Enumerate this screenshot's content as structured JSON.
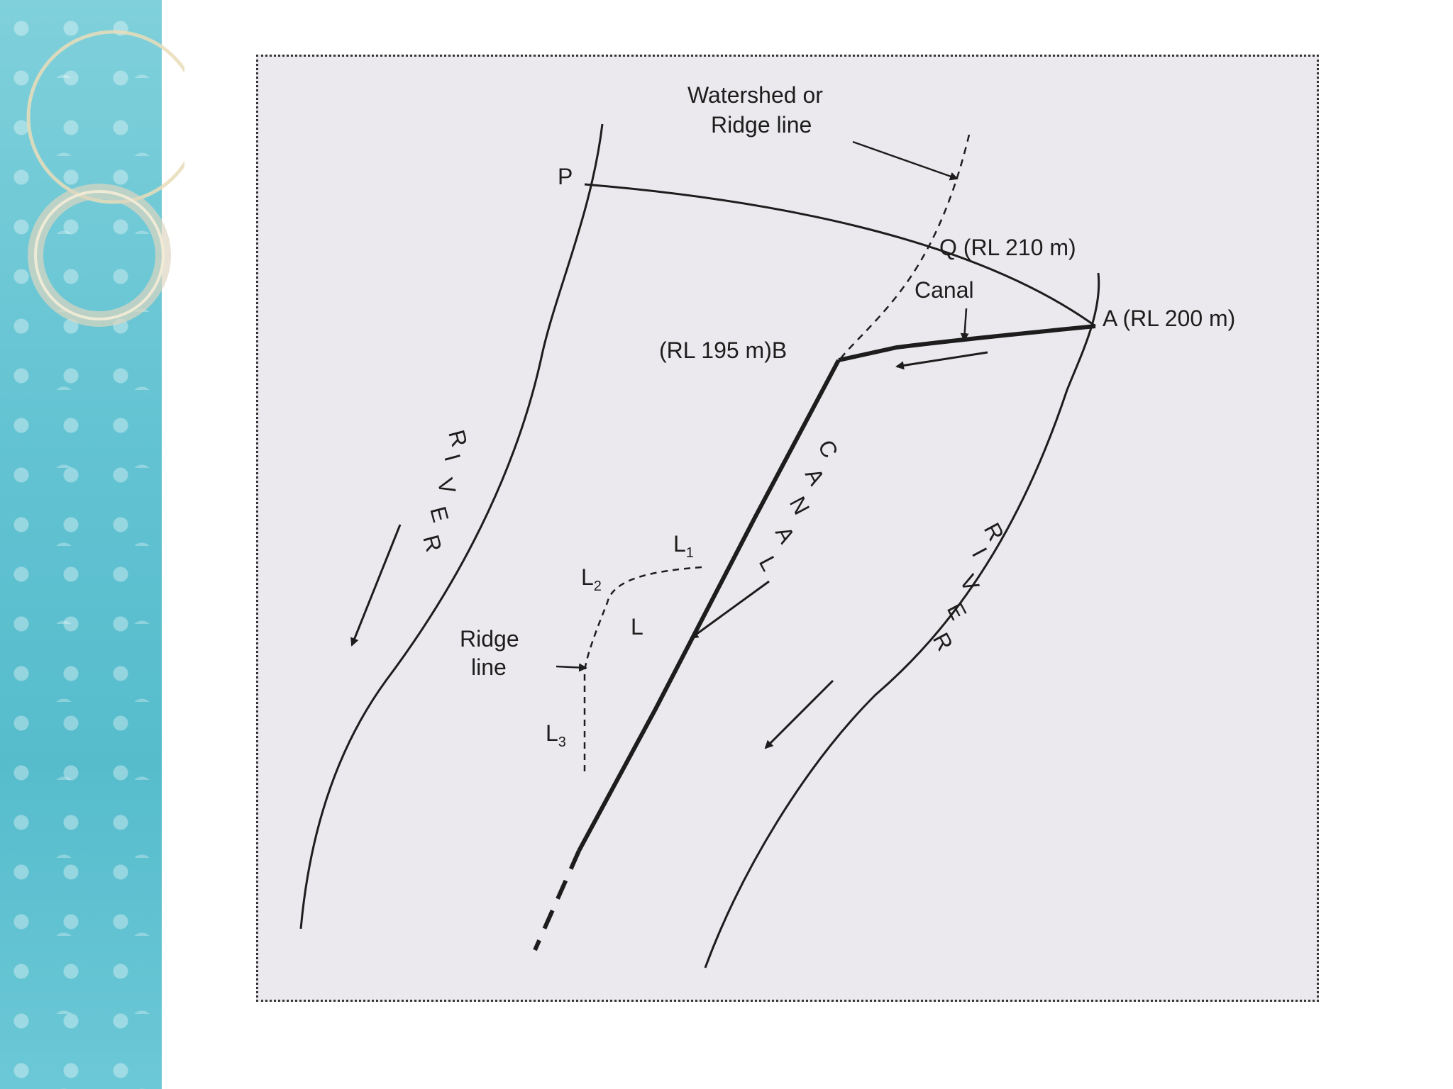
{
  "diagram": {
    "watershed_label_line1": "Watershed or",
    "watershed_label_line2": "Ridge line",
    "point_p": "P",
    "point_q": "Q (RL 210 m)",
    "point_a": "A (RL 200 m)",
    "point_b": "(RL 195 m)B",
    "canal_top_label": "Canal",
    "canal_vertical_letters": [
      "C",
      "A",
      "N",
      "A",
      "L"
    ],
    "river_left_letters": [
      "R",
      "I",
      "V",
      "E",
      "R"
    ],
    "river_right_letters": [
      "R",
      "I",
      "V",
      "E",
      "R"
    ],
    "l1_label": "L",
    "l1_sub": "1",
    "l2_label": "L",
    "l2_sub": "2",
    "l3_label": "L",
    "l3_sub": "3",
    "l_label": "L",
    "ridge_label_line1": "Ridge",
    "ridge_label_line2": "line"
  },
  "colors": {
    "side_panel": "#63c3d2",
    "figure_background": "#ebe9ed",
    "ink": "#1d1d1d"
  }
}
